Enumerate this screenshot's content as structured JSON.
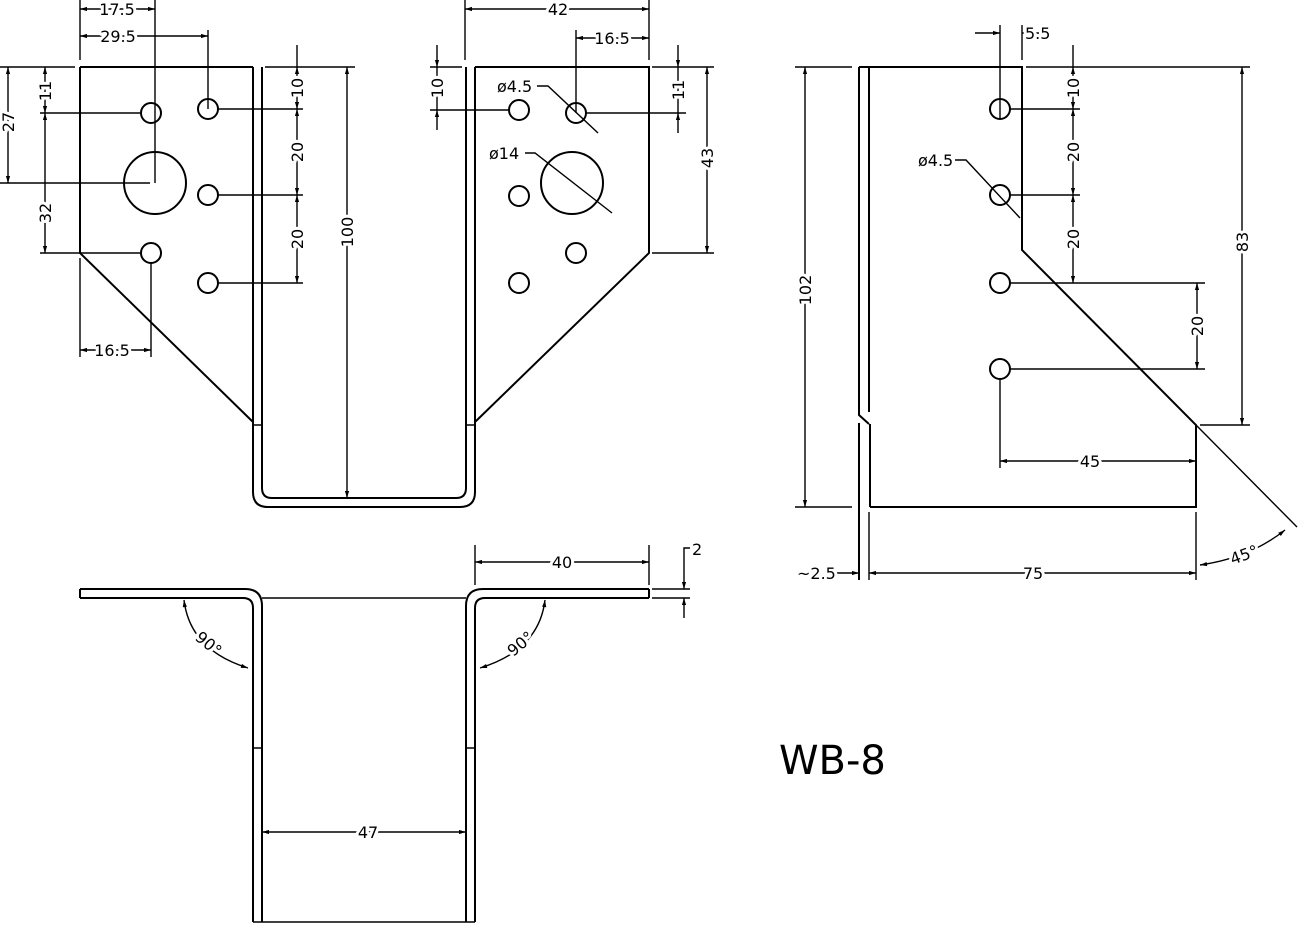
{
  "title": "WB-8",
  "front_view": {
    "dims": {
      "d17_5": "17.5",
      "d29_5": "29.5",
      "d27": "27",
      "d11_left": "11",
      "d32": "32",
      "d16_5_bottom": "16.5",
      "d10_left": "10",
      "d20_a": "20",
      "d20_b": "20",
      "d100": "100",
      "d42": "42",
      "d16_5_top": "16.5",
      "d10_right": "10",
      "d11_right": "11",
      "d43": "43",
      "hole_small": "ø4.5",
      "hole_large": "ø14"
    }
  },
  "side_view": {
    "dims": {
      "d5_5": "5.5",
      "d10": "10",
      "d20_a": "20",
      "d20_b": "20",
      "d20_c": "20",
      "hole_small": "ø4.5",
      "d83": "83",
      "d102": "102",
      "d45": "45",
      "d75": "75",
      "d2_5": "~2.5",
      "angle45": "45°"
    }
  },
  "top_view": {
    "dims": {
      "d40": "40",
      "d2": "2",
      "angle_left": "90°",
      "angle_right": "90°",
      "d47": "47"
    }
  }
}
